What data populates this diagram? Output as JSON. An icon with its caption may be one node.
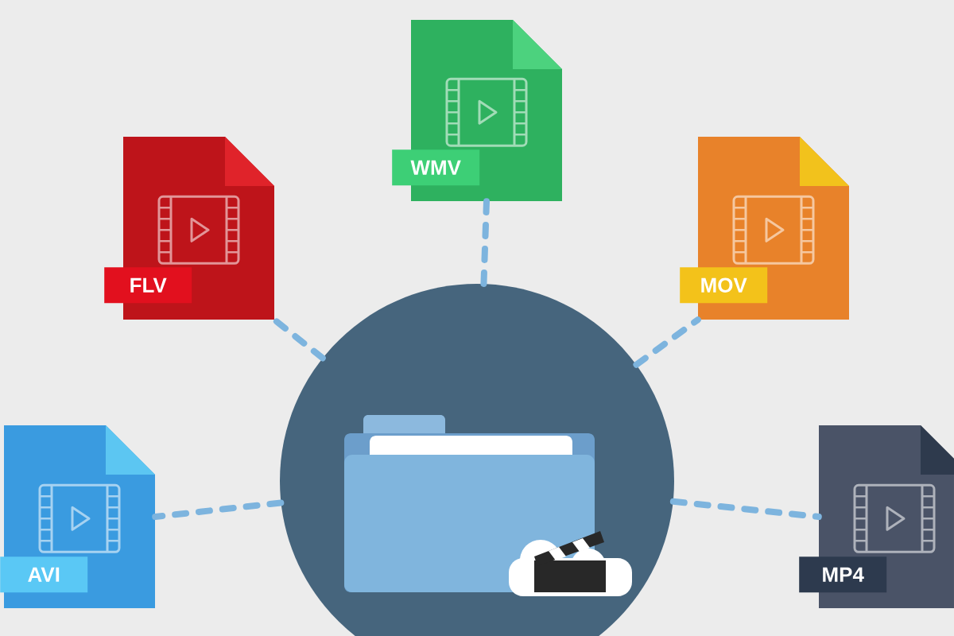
{
  "diagram": {
    "nodes": [
      {
        "text": [
          "WMV"
        ]
      },
      {
        "text": [
          "FLV"
        ]
      },
      {
        "text": [
          "MOV"
        ]
      },
      {
        "text": [],
        "shape": "circle"
      },
      {
        "text": [
          "AVI"
        ]
      },
      {
        "text": [
          "MP4"
        ]
      }
    ],
    "edges": [
      {
        "from": 3,
        "to": 0,
        "arrow": "none",
        "style": "dashed",
        "color": "#7db4de"
      },
      {
        "from": 3,
        "to": 1,
        "arrow": "none",
        "style": "dashed",
        "color": "#7db4de"
      },
      {
        "from": 3,
        "to": 2,
        "arrow": "none",
        "style": "dashed",
        "color": "#7db4de"
      },
      {
        "from": 3,
        "to": 4,
        "arrow": "none",
        "style": "dashed",
        "color": "#7db4de"
      },
      {
        "from": 3,
        "to": 5,
        "arrow": "none",
        "style": "dashed",
        "color": "#7db4de"
      }
    ]
  }
}
